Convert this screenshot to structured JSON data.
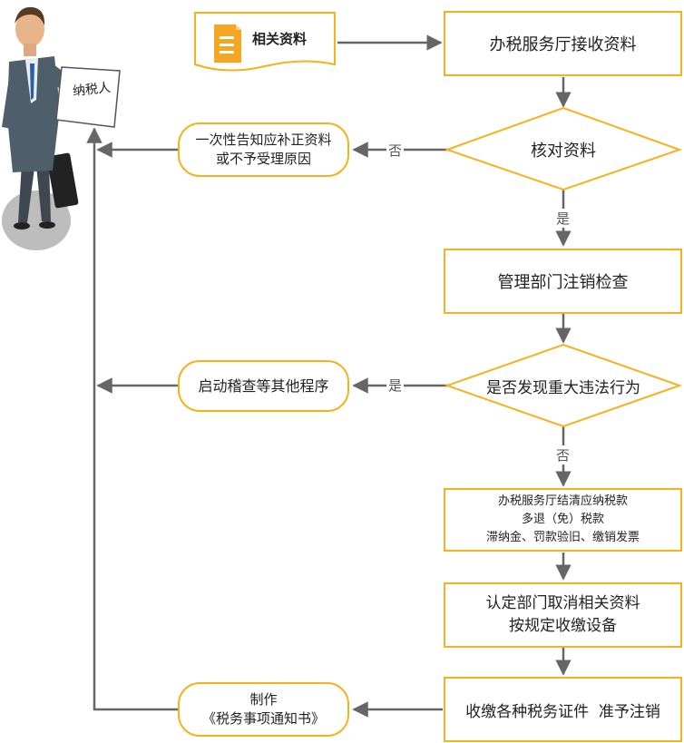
{
  "person": {
    "sign_label": "纳税人"
  },
  "document": {
    "label": "相关资料",
    "icon": "document-icon",
    "color": "#f5b21c"
  },
  "nodes": {
    "receive": "办税服务厅接收资料",
    "verify": "核对资料",
    "inspect": "管理部门注销检查",
    "violation": "是否发现重大违法行为",
    "settle": [
      "办税服务厅结清应纳税款",
      "多退（免）税款",
      "滞纳金、罚款验旧、缴销发票"
    ],
    "cancel": [
      "认定部门取消相关资料",
      "按规定收缴设备"
    ],
    "collect": "收缴各种税务证件  准予注销"
  },
  "side": {
    "reject": [
      "一次性告知应补正资料",
      "或不予受理原因"
    ],
    "audit": "启动稽查等其他程序",
    "notice": [
      "制作",
      "《税务事项通知书》"
    ]
  },
  "edge_labels": {
    "verify_no": "否",
    "verify_yes": "是",
    "violation_yes": "是",
    "violation_no": "否"
  },
  "colors": {
    "accent": "#f5b21c",
    "line": "#666666"
  }
}
